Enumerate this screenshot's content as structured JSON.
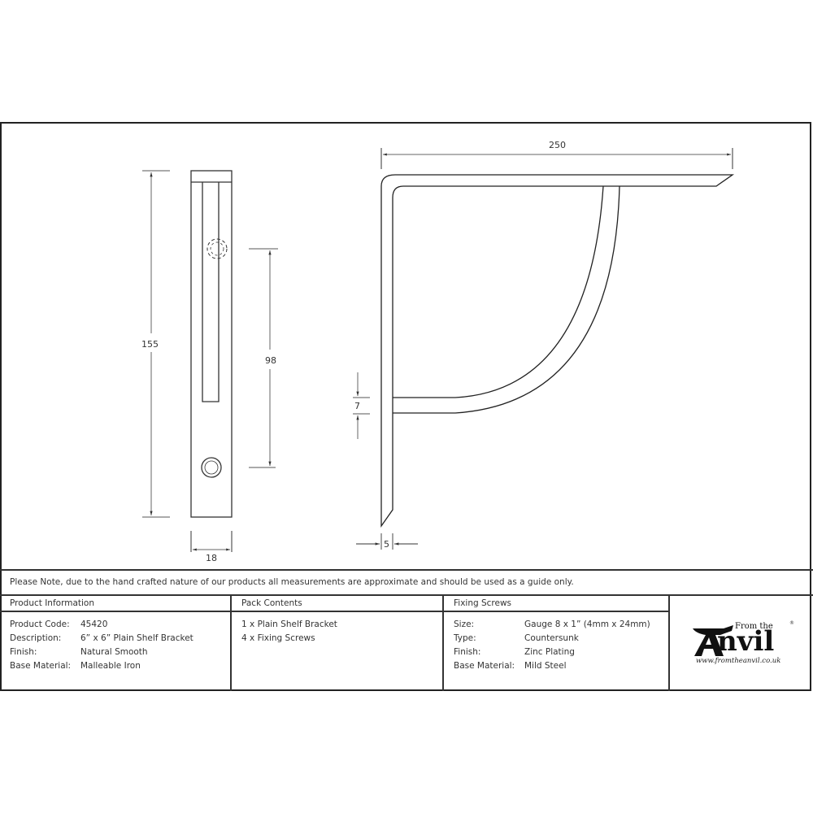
{
  "drawing": {
    "front_view": {
      "height_dim": "155",
      "hole_spacing_dim": "98",
      "width_dim": "18"
    },
    "side_view": {
      "length_dim": "250",
      "strut_thickness_dim": "7",
      "bar_thickness_dim": "5"
    }
  },
  "note": "Please Note, due to the hand crafted nature of our products all measurements are approximate and should be used as a guide only.",
  "product_information": {
    "heading": "Product Information",
    "rows": [
      {
        "label": "Product Code:",
        "value": "45420"
      },
      {
        "label": "Description:",
        "value": "6” x 6” Plain Shelf Bracket"
      },
      {
        "label": "Finish:",
        "value": "Natural Smooth"
      },
      {
        "label": "Base Material:",
        "value": "Malleable Iron"
      }
    ]
  },
  "pack_contents": {
    "heading": "Pack Contents",
    "items": [
      "1 x Plain Shelf Bracket",
      "4 x Fixing Screws"
    ]
  },
  "fixing_screws": {
    "heading": "Fixing Screws",
    "rows": [
      {
        "label": "Size:",
        "value": "Gauge 8 x 1” (4mm x 24mm)"
      },
      {
        "label": "Type:",
        "value": "Countersunk"
      },
      {
        "label": "Finish:",
        "value": "Zinc Plating"
      },
      {
        "label": "Base Material:",
        "value": "Mild Steel"
      }
    ]
  },
  "logo": {
    "from_the": "From the",
    "brand": "Anvil",
    "registered": "®",
    "url": "www.fromtheanvil.co.uk"
  }
}
